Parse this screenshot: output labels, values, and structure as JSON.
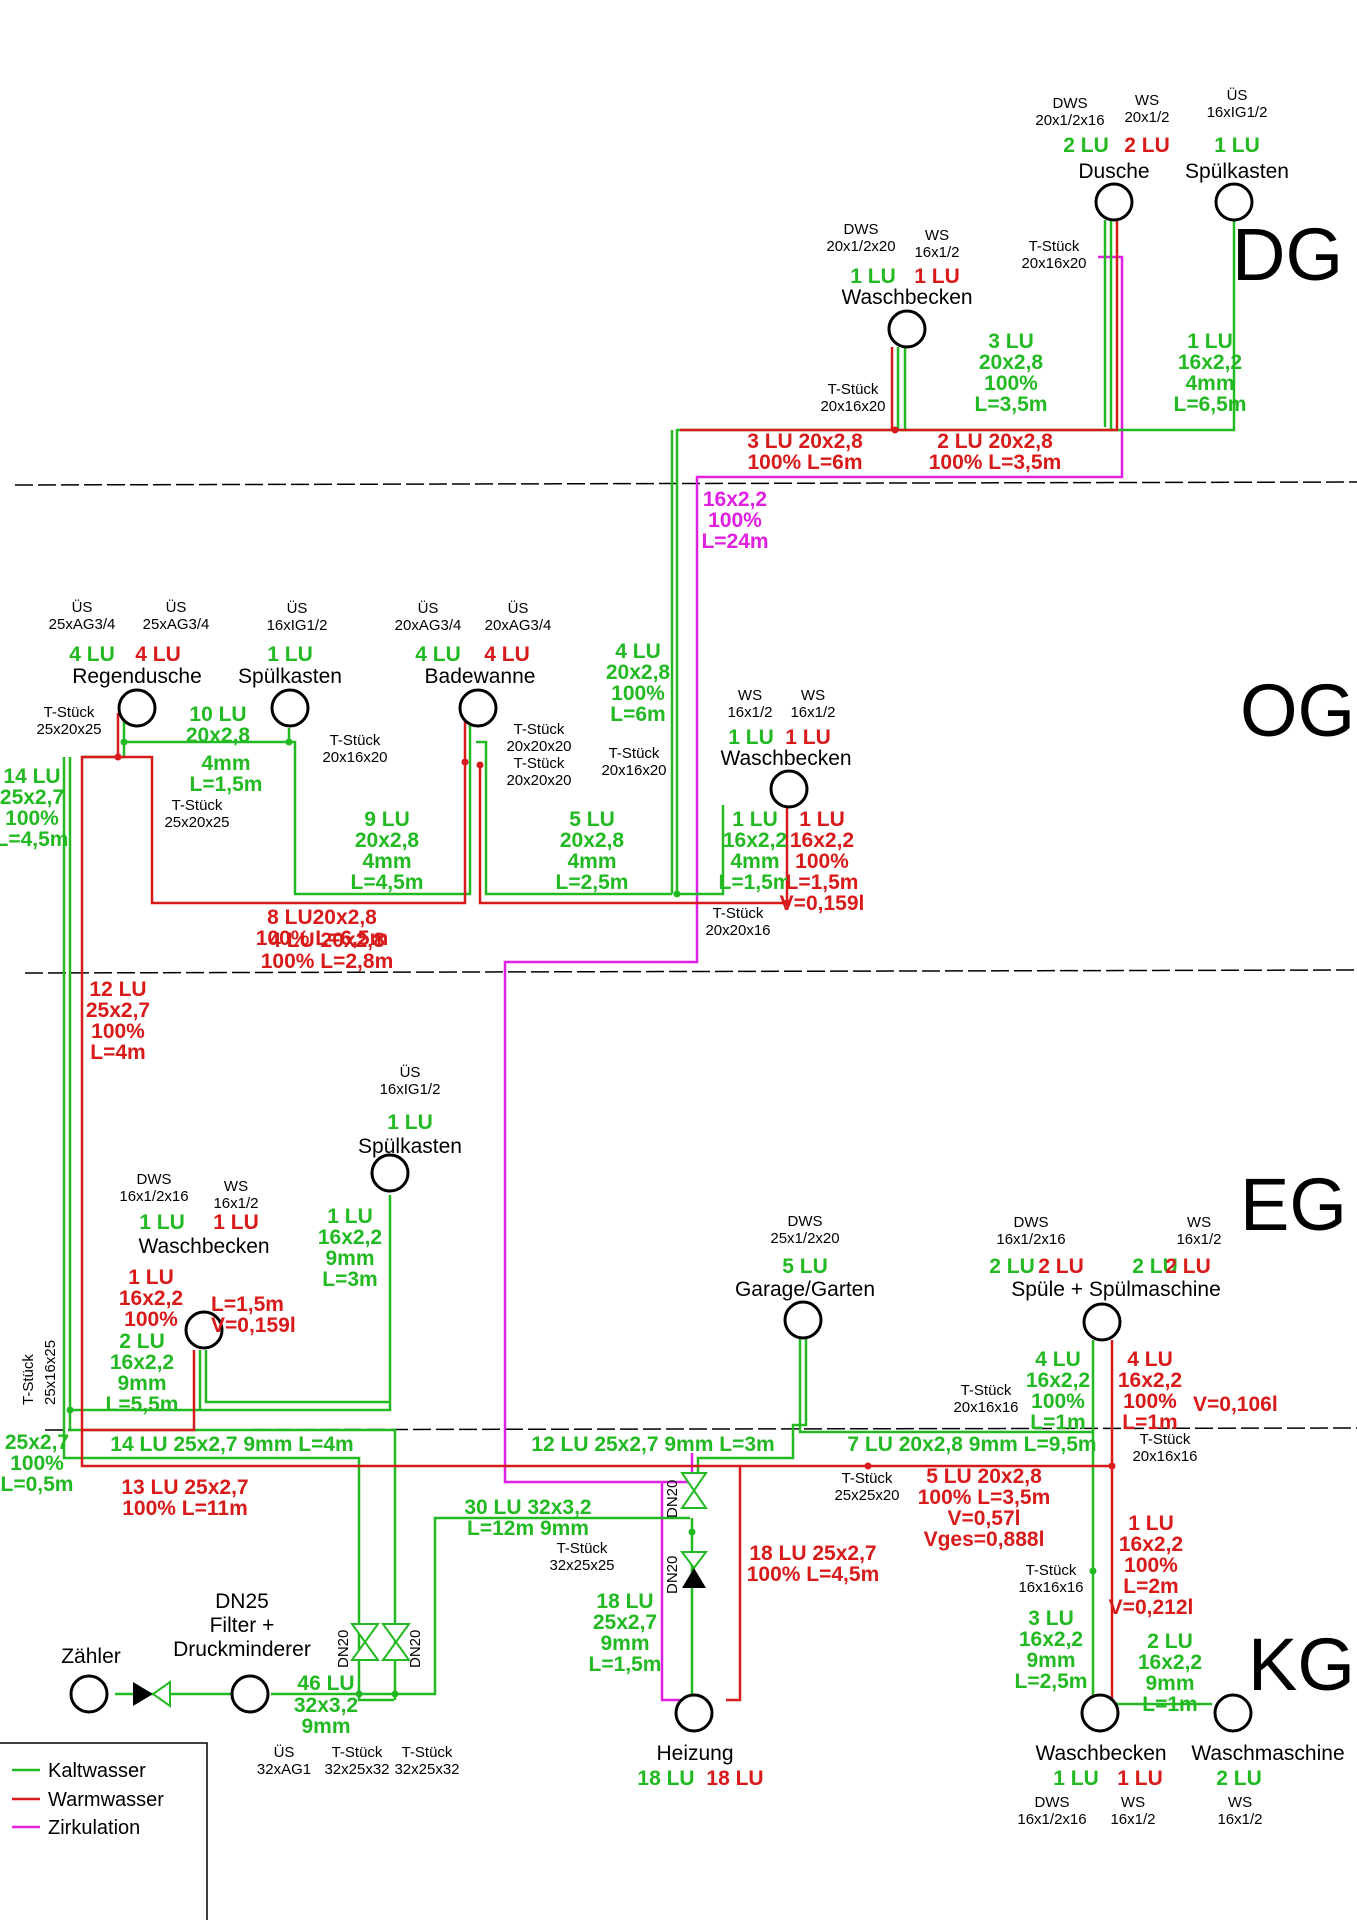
{
  "colors": {
    "cold": "#22b922",
    "warm": "#d81a1a",
    "circ": "#e020e0",
    "ink": "#000000"
  },
  "floors": [
    {
      "id": "dg",
      "label": "DG"
    },
    {
      "id": "og",
      "label": "OG"
    },
    {
      "id": "eg",
      "label": "EG"
    },
    {
      "id": "kg",
      "label": "KG"
    }
  ],
  "legend": [
    {
      "label": "Kaltwasser",
      "color": "#22b922"
    },
    {
      "label": "Warmwasser",
      "color": "#d81a1a"
    },
    {
      "label": "Zirkulation",
      "color": "#e020e0"
    }
  ],
  "labels": [
    {
      "t": "k",
      "lines": [
        "DWS",
        "20x1/2x16"
      ],
      "a": "middle"
    },
    {
      "t": "g",
      "lines": [
        "2 LU"
      ],
      "a": "middle"
    },
    {
      "t": "k",
      "lines": [
        "WS",
        "20x1/2"
      ],
      "a": "middle"
    },
    {
      "t": "r",
      "lines": [
        "2 LU"
      ],
      "a": "middle"
    },
    {
      "t": "kb",
      "lines": [
        "Dusche"
      ],
      "a": "middle"
    },
    {
      "t": "k",
      "lines": [
        "ÜS",
        "16xIG1/2"
      ],
      "a": "middle"
    },
    {
      "t": "g",
      "lines": [
        "1 LU"
      ],
      "a": "middle"
    },
    {
      "t": "kb",
      "lines": [
        "Spülkasten"
      ],
      "a": "middle"
    },
    {
      "t": "k",
      "lines": [
        "T-Stück",
        "20x16x20"
      ],
      "a": "middle"
    },
    {
      "t": "k",
      "lines": [
        "DWS",
        "20x1/2x20"
      ],
      "a": "middle"
    },
    {
      "t": "g",
      "lines": [
        "1 LU"
      ],
      "a": "middle"
    },
    {
      "t": "k",
      "lines": [
        "WS",
        "16x1/2"
      ],
      "a": "middle"
    },
    {
      "t": "r",
      "lines": [
        "1 LU"
      ],
      "a": "middle"
    },
    {
      "t": "kb",
      "lines": [
        "Waschbecken"
      ],
      "a": "middle"
    },
    {
      "t": "g",
      "lines": [
        "3 LU",
        "20x2,8",
        "100%",
        "L=3,5m"
      ],
      "a": "middle"
    },
    {
      "t": "g",
      "lines": [
        "1 LU",
        "16x2,2",
        "4mm",
        "L=6,5m"
      ],
      "a": "middle"
    },
    {
      "t": "k",
      "lines": [
        "T-Stück",
        "20x16x20"
      ],
      "a": "middle"
    },
    {
      "t": "r",
      "lines": [
        "3 LU  20x2,8",
        "100% L=6m"
      ],
      "a": "middle"
    },
    {
      "t": "r",
      "lines": [
        "2 LU  20x2,8",
        "100% L=3,5m"
      ],
      "a": "middle"
    },
    {
      "t": "m",
      "lines": [
        "16x2,2",
        "100%",
        "L=24m"
      ],
      "a": "middle"
    },
    {
      "t": "k",
      "lines": [
        "ÜS",
        "25xAG3/4"
      ],
      "a": "middle"
    },
    {
      "t": "g",
      "lines": [
        "4 LU"
      ],
      "a": "middle"
    },
    {
      "t": "k",
      "lines": [
        "ÜS",
        "25xAG3/4"
      ],
      "a": "middle"
    },
    {
      "t": "r",
      "lines": [
        "4 LU"
      ],
      "a": "middle"
    },
    {
      "t": "kb",
      "lines": [
        "Regendusche"
      ],
      "a": "middle"
    },
    {
      "t": "k",
      "lines": [
        "ÜS",
        "16xIG1/2"
      ],
      "a": "middle"
    },
    {
      "t": "g",
      "lines": [
        "1 LU"
      ],
      "a": "middle"
    },
    {
      "t": "kb",
      "lines": [
        "Spülkasten"
      ],
      "a": "middle"
    },
    {
      "t": "k",
      "lines": [
        "ÜS",
        "20xAG3/4"
      ],
      "a": "middle"
    },
    {
      "t": "g",
      "lines": [
        "4 LU"
      ],
      "a": "middle"
    },
    {
      "t": "k",
      "lines": [
        "ÜS",
        "20xAG3/4"
      ],
      "a": "middle"
    },
    {
      "t": "r",
      "lines": [
        "4 LU"
      ],
      "a": "middle"
    },
    {
      "t": "kb",
      "lines": [
        "Badewanne"
      ],
      "a": "middle"
    },
    {
      "t": "g",
      "lines": [
        "4 LU",
        "20x2,8",
        "100%",
        "L=6m"
      ],
      "a": "middle"
    },
    {
      "t": "k",
      "lines": [
        "WS",
        "16x1/2"
      ],
      "a": "middle"
    },
    {
      "t": "g",
      "lines": [
        "1 LU"
      ],
      "a": "middle"
    },
    {
      "t": "k",
      "lines": [
        "WS",
        "16x1/2"
      ],
      "a": "middle"
    },
    {
      "t": "r",
      "lines": [
        "1 LU"
      ],
      "a": "middle"
    },
    {
      "t": "kb",
      "lines": [
        "Waschbecken"
      ],
      "a": "middle"
    },
    {
      "t": "k",
      "lines": [
        "T-Stück",
        "25x20x25"
      ],
      "a": "middle"
    },
    {
      "t": "g",
      "lines": [
        "10 LU",
        "20x2,8"
      ],
      "a": "middle"
    },
    {
      "t": "g",
      "lines": [
        "4mm",
        "L=1,5m"
      ],
      "a": "middle"
    },
    {
      "t": "k",
      "lines": [
        "T-Stück",
        "20x16x20"
      ],
      "a": "middle"
    },
    {
      "t": "k",
      "lines": [
        "T-Stück",
        "25x20x25"
      ],
      "a": "middle"
    },
    {
      "t": "k",
      "lines": [
        "T-Stück",
        "20x20x20",
        "T-Stück",
        "20x20x20"
      ],
      "a": "middle"
    },
    {
      "t": "k",
      "lines": [
        "T-Stück",
        "20x16x20"
      ],
      "a": "middle"
    },
    {
      "t": "g",
      "lines": [
        "14 LU",
        "25x2,7",
        "100%",
        "L=4,5m"
      ],
      "a": "middle"
    },
    {
      "t": "g",
      "lines": [
        "9 LU",
        "20x2,8",
        "4mm",
        "L=4,5m"
      ],
      "a": "middle"
    },
    {
      "t": "g",
      "lines": [
        "5 LU",
        "20x2,8",
        "4mm",
        "L=2,5m"
      ],
      "a": "middle"
    },
    {
      "t": "g",
      "lines": [
        "1 LU",
        "16x2,2",
        "4mm",
        "L=1,5m"
      ],
      "a": "middle"
    },
    {
      "t": "r",
      "lines": [
        "1 LU",
        "16x2,2",
        "100%",
        "L=1,5m",
        "V=0,159l"
      ],
      "a": "middle"
    },
    {
      "t": "r",
      "lines": [
        "8 LU20x2,8",
        "100% L=6,5m"
      ],
      "a": "middle"
    },
    {
      "t": "r",
      "lines": [
        "4 LU  20x2,8",
        "100%  L=2,8m"
      ],
      "a": "middle"
    },
    {
      "t": "k",
      "lines": [
        "T-Stück",
        "20x20x16"
      ],
      "a": "middle"
    },
    {
      "t": "r",
      "lines": [
        "12 LU",
        "25x2,7",
        "100%",
        "L=4m"
      ],
      "a": "middle"
    },
    {
      "t": "k",
      "lines": [
        "ÜS",
        "16xIG1/2"
      ],
      "a": "middle"
    },
    {
      "t": "g",
      "lines": [
        "1 LU"
      ],
      "a": "middle"
    },
    {
      "t": "kb",
      "lines": [
        "Spülkasten"
      ],
      "a": "middle"
    },
    {
      "t": "k",
      "lines": [
        "DWS",
        "16x1/2x16"
      ],
      "a": "middle"
    },
    {
      "t": "g",
      "lines": [
        "1 LU"
      ],
      "a": "middle"
    },
    {
      "t": "k",
      "lines": [
        "WS",
        "16x1/2"
      ],
      "a": "middle"
    },
    {
      "t": "r",
      "lines": [
        "1 LU"
      ],
      "a": "middle"
    },
    {
      "t": "kb",
      "lines": [
        "Waschbecken"
      ],
      "a": "middle"
    },
    {
      "t": "g",
      "lines": [
        "1 LU",
        "16x2,2",
        "9mm",
        "L=3m"
      ],
      "a": "middle"
    },
    {
      "t": "r",
      "lines": [
        "1 LU",
        "16x2,2",
        "100%"
      ],
      "a": "middle"
    },
    {
      "t": "r",
      "lines": [
        "L=1,5m",
        "V=0,159l"
      ],
      "a": "start"
    },
    {
      "t": "g",
      "lines": [
        "2 LU",
        "16x2,2",
        "9mm",
        "L=5,5m"
      ],
      "a": "middle"
    },
    {
      "t": "k",
      "lines": [
        "DWS",
        "25x1/2x20"
      ],
      "a": "middle"
    },
    {
      "t": "g",
      "lines": [
        "5 LU"
      ],
      "a": "middle"
    },
    {
      "t": "kb",
      "lines": [
        "Garage/Garten"
      ],
      "a": "middle"
    },
    {
      "t": "k",
      "lines": [
        "DWS",
        "16x1/2x16"
      ],
      "a": "middle"
    },
    {
      "t": "g",
      "lines": [
        "2 LU"
      ],
      "a": "middle"
    },
    {
      "t": "r",
      "lines": [
        "2 LU"
      ],
      "a": "middle"
    },
    {
      "t": "k",
      "lines": [
        "WS",
        "16x1/2"
      ],
      "a": "middle"
    },
    {
      "t": "g",
      "lines": [
        "2 LU"
      ],
      "a": "middle"
    },
    {
      "t": "r",
      "lines": [
        "2 LU"
      ],
      "a": "middle"
    },
    {
      "t": "kb",
      "lines": [
        "Spüle + Spülmaschine"
      ],
      "a": "middle"
    },
    {
      "t": "k",
      "lines": [
        "T-Stück",
        "20x16x16"
      ],
      "a": "middle"
    },
    {
      "t": "g",
      "lines": [
        "4 LU",
        "16x2,2",
        "100%",
        "L=1m"
      ],
      "a": "middle"
    },
    {
      "t": "r",
      "lines": [
        "4 LU",
        "16x2,2",
        "100%",
        "L=1m"
      ],
      "a": "middle"
    },
    {
      "t": "r",
      "lines": [
        "V=0,106l"
      ],
      "a": "start"
    },
    {
      "t": "k",
      "lines": [
        "T-Stück",
        "20x16x16"
      ],
      "a": "middle"
    },
    {
      "t": "g",
      "lines": [
        "25x2,7",
        "100%",
        "L=0,5m"
      ],
      "a": "middle"
    },
    {
      "t": "g",
      "lines": [
        "14 LU 25x2,7 9mm L=4m"
      ],
      "a": "middle"
    },
    {
      "t": "g",
      "lines": [
        "12 LU  25x2,7  9mm L=3m"
      ],
      "a": "middle"
    },
    {
      "t": "g",
      "lines": [
        "7 LU 20x2,8  9mm L=9,5m"
      ],
      "a": "middle"
    },
    {
      "t": "r",
      "lines": [
        "13 LU 25x2,7",
        "100% L=11m"
      ],
      "a": "middle"
    },
    {
      "t": "k",
      "lines": [
        "T-Stück",
        "25x25x20"
      ],
      "a": "middle"
    },
    {
      "t": "r",
      "lines": [
        "5 LU 20x2,8",
        "100% L=3,5m",
        "V=0,57l",
        "Vges=0,888l"
      ],
      "a": "middle"
    },
    {
      "t": "g",
      "lines": [
        "30 LU 32x3,2",
        "L=12m 9mm"
      ],
      "a": "middle"
    },
    {
      "t": "k",
      "lines": [
        "T-Stück",
        "32x25x25"
      ],
      "a": "middle"
    },
    {
      "t": "r",
      "lines": [
        "18 LU 25x2,7",
        "100% L=4,5m"
      ],
      "a": "middle"
    },
    {
      "t": "r",
      "lines": [
        "1 LU",
        "16x2,2",
        "100%",
        "L=2m",
        "V=0,212l"
      ],
      "a": "middle"
    },
    {
      "t": "k",
      "lines": [
        "T-Stück",
        "16x16x16"
      ],
      "a": "middle"
    },
    {
      "t": "g",
      "lines": [
        "3 LU",
        "16x2,2",
        "9mm",
        "L=2,5m"
      ],
      "a": "middle"
    },
    {
      "t": "g",
      "lines": [
        "2 LU",
        "16x2,2",
        "9mm",
        "L=1m"
      ],
      "a": "middle"
    },
    {
      "t": "g",
      "lines": [
        "18 LU",
        "25x2,7",
        "9mm",
        "L=1,5m"
      ],
      "a": "middle"
    },
    {
      "t": "kb",
      "lines": [
        "DN25",
        "Filter +",
        "Druckminderer"
      ],
      "a": "middle"
    },
    {
      "t": "kb",
      "lines": [
        "Zähler"
      ],
      "a": "middle"
    },
    {
      "t": "g",
      "lines": [
        "46 LU"
      ],
      "a": "middle"
    },
    {
      "t": "g",
      "lines": [
        "32x3,2",
        "9mm"
      ],
      "a": "middle"
    },
    {
      "t": "k",
      "lines": [
        "ÜS",
        "32xAG1"
      ],
      "a": "middle"
    },
    {
      "t": "k",
      "lines": [
        "T-Stück",
        "32x25x32"
      ],
      "a": "middle"
    },
    {
      "t": "k",
      "lines": [
        "T-Stück",
        "32x25x32"
      ],
      "a": "middle"
    },
    {
      "t": "kb",
      "lines": [
        "Heizung"
      ],
      "a": "middle"
    },
    {
      "t": "g",
      "lines": [
        "18 LU"
      ],
      "a": "middle"
    },
    {
      "t": "r",
      "lines": [
        "18 LU"
      ],
      "a": "middle"
    },
    {
      "t": "kb",
      "lines": [
        "Waschbecken"
      ],
      "a": "middle"
    },
    {
      "t": "g",
      "lines": [
        "1 LU"
      ],
      "a": "middle"
    },
    {
      "t": "r",
      "lines": [
        "1 LU"
      ],
      "a": "middle"
    },
    {
      "t": "k",
      "lines": [
        "DWS",
        "16x1/2x16"
      ],
      "a": "middle"
    },
    {
      "t": "k",
      "lines": [
        "WS",
        "16x1/2"
      ],
      "a": "middle"
    },
    {
      "t": "kb",
      "lines": [
        "Waschmaschine"
      ],
      "a": "middle"
    },
    {
      "t": "g",
      "lines": [
        "2 LU"
      ],
      "a": "middle"
    },
    {
      "t": "k",
      "lines": [
        "WS",
        "16x1/2"
      ],
      "a": "middle"
    }
  ],
  "vlabels": [
    "T-Stück",
    "25x16x25",
    "DN20",
    "DN20",
    "DN20",
    "DN20"
  ]
}
